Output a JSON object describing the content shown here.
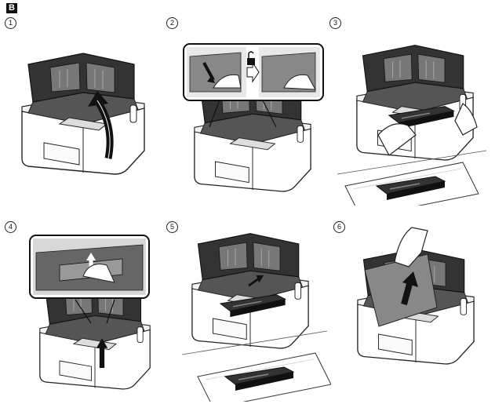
{
  "section": {
    "badge": "B"
  },
  "steps": [
    {
      "number": "1",
      "action": "open-top-cover"
    },
    {
      "number": "2",
      "action": "release-lock"
    },
    {
      "number": "3",
      "action": "remove-drum-toner-assembly"
    },
    {
      "number": "4",
      "action": "lift-inner-cover"
    },
    {
      "number": "5",
      "action": "reinstall-assembly"
    },
    {
      "number": "6",
      "action": "pull-jammed-paper"
    }
  ]
}
